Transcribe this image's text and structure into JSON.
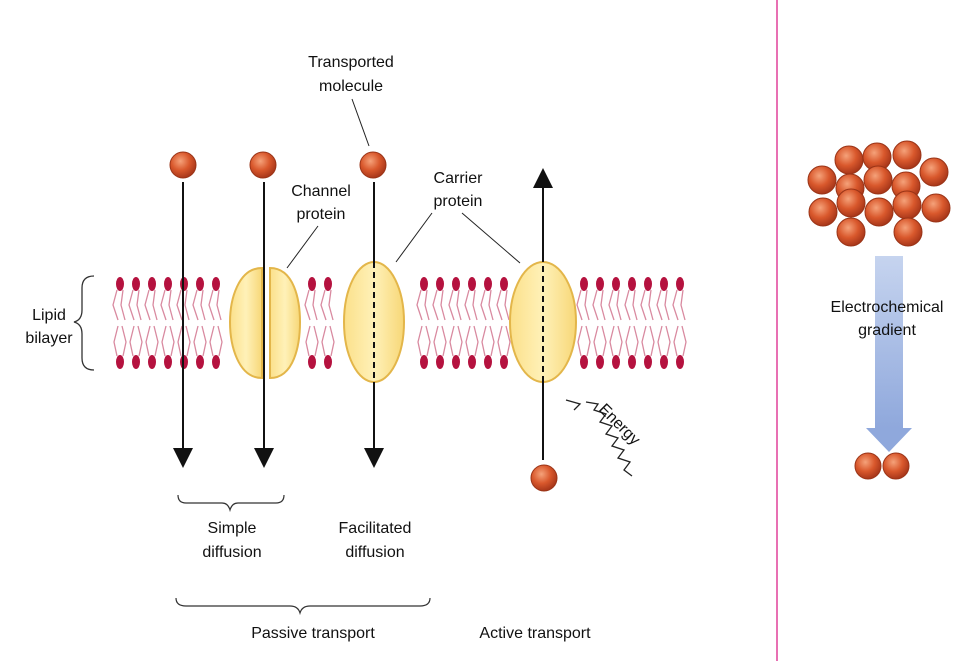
{
  "labels": {
    "transported_molecule_1": "Transported",
    "transported_molecule_2": "molecule",
    "channel_protein_1": "Channel",
    "channel_protein_2": "protein",
    "carrier_protein_1": "Carrier",
    "carrier_protein_2": "protein",
    "lipid_bilayer_1": "Lipid",
    "lipid_bilayer_2": "bilayer",
    "energy": "Energy",
    "simple_diffusion_1": "Simple",
    "simple_diffusion_2": "diffusion",
    "facilitated_diffusion_1": "Facilitated",
    "facilitated_diffusion_2": "diffusion",
    "passive_transport": "Passive transport",
    "active_transport": "Active transport",
    "gradient_1": "Electrochemical",
    "gradient_2": "gradient"
  },
  "colors": {
    "molecule": "#d2552b",
    "protein_fill": "#fde58d",
    "protein_stroke": "#e6b84a",
    "lipid_head": "#b5123f",
    "lipid_tail": "#d98aa0",
    "divider": "#e0409a",
    "gradient_arrow": "#a9bde6"
  }
}
